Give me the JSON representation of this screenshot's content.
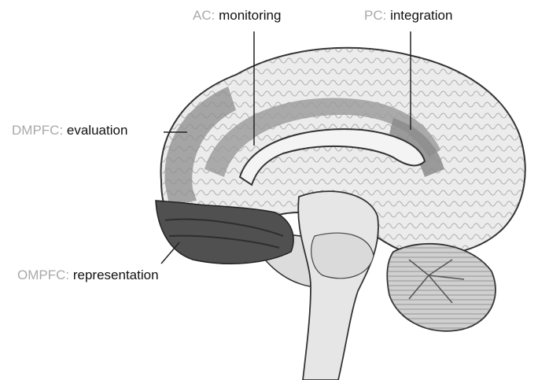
{
  "labels": {
    "ac": {
      "region": "AC",
      "sep": ": ",
      "function": "monitoring"
    },
    "pc": {
      "region": "PC",
      "sep": ": ",
      "function": "integration"
    },
    "dmpfc": {
      "region": "DMPFC",
      "sep": ": ",
      "function": "evaluation"
    },
    "ompfc": {
      "region": "OMPFC",
      "sep": ": ",
      "function": "representation"
    }
  },
  "colors": {
    "region_text": "#a9a9a9",
    "function_text": "#111111",
    "leader_line": "#222222",
    "ompfc_fill": "#505050",
    "dmpfc_fill": "#8e8e8e",
    "cingulate_fill": "#9a9a9a",
    "brain_fill": "#ececec",
    "cerebellum_fill": "#d0d0d0"
  }
}
